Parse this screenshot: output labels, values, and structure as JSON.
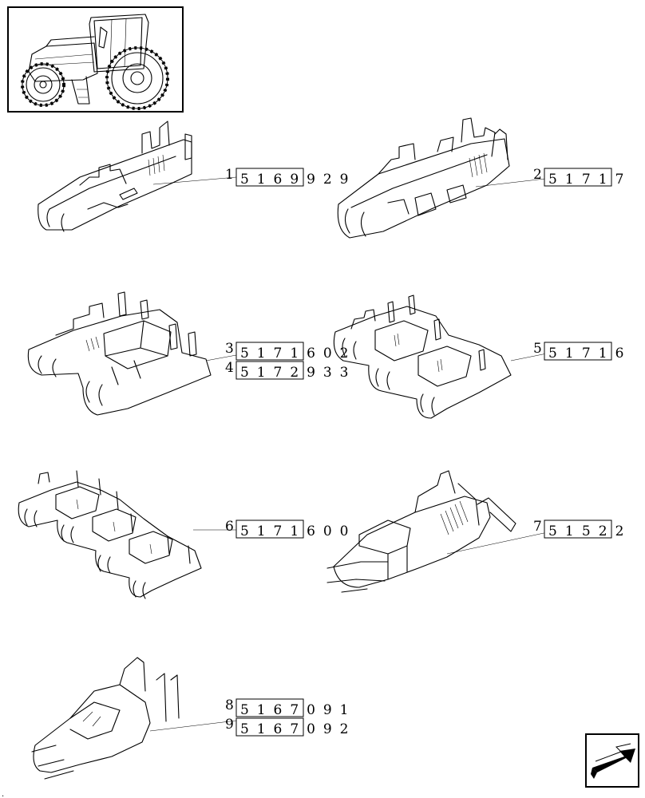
{
  "thumbnail": {
    "icon": "tractor-thumbnail"
  },
  "navigation": {
    "icon": "next-page-arrow-icon"
  },
  "parts": [
    {
      "item": "1",
      "part_number": "5169929",
      "boxed_digits": 4
    },
    {
      "item": "2",
      "part_number": "51717",
      "boxed_digits": 4
    },
    {
      "item": "3",
      "part_number": "5171602",
      "boxed_digits": 4
    },
    {
      "item": "4",
      "part_number": "5172933",
      "boxed_digits": 4
    },
    {
      "item": "5",
      "part_number": "51716",
      "boxed_digits": 4
    },
    {
      "item": "6",
      "part_number": "5171600",
      "boxed_digits": 4
    },
    {
      "item": "7",
      "part_number": "51522",
      "boxed_digits": 4
    },
    {
      "item": "8",
      "part_number": "5167091",
      "boxed_digits": 4
    },
    {
      "item": "9",
      "part_number": "5167092",
      "boxed_digits": 4
    }
  ],
  "footer": {
    "mark": "."
  }
}
